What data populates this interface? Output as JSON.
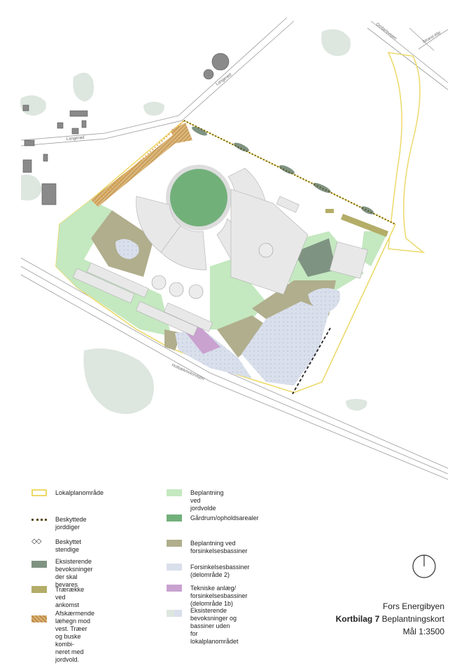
{
  "roads": {
    "langerod_upper": "Langerød",
    "langerod_lower": "Langerød",
    "omfartsvej": "Omfartsvejen",
    "strandalle": "Strand Alle",
    "holbaek": "Holbækmotorvejen"
  },
  "legend_left": [
    {
      "key": "lokalplan",
      "label": "Lokalplanområde",
      "swatch": "outline-yellow"
    },
    {
      "key": "jorddiger",
      "label": "Beskyttede jorddiger",
      "swatch": "dots"
    },
    {
      "key": "stendige",
      "label": "Beskyttet stendige",
      "swatch": "diamonds"
    },
    {
      "key": "bevoksninger",
      "label": "Eksisterende bevoksninger\nder skal bevares",
      "color": "#7f9382"
    },
    {
      "key": "traeraekke",
      "label": "Trærække ved ankomst",
      "color": "#b3ad68"
    },
    {
      "key": "laehegn",
      "label": "Afskærmende læhegn mod\nvest. Træer og buske kombi-\nneret med jordvold.",
      "swatch": "hatch"
    }
  ],
  "legend_right": [
    {
      "key": "jordvolde",
      "label": "Beplantning ved jordvolde",
      "color": "#c4e8c0"
    },
    {
      "key": "gaardrum",
      "label": "Gårdrum/opholdsarealer",
      "color": "#72b07a"
    },
    {
      "key": "forsinkelse_plant",
      "label": "Beplantning ved forsinkelsesbassiner",
      "color": "#b0ae8c"
    },
    {
      "key": "bassiner",
      "label": "Forsinkelsesbassiner (delområde 2)",
      "color": "#d9dfeb"
    },
    {
      "key": "tekniske",
      "label": "Tekniske anlæg/ forsinkelsesbassiner\n(delområde 1b)",
      "color": "#c9a2d0"
    },
    {
      "key": "eksisterende",
      "label": "Eksisterende bevoksninger og bassiner uden\nfor lokalplanområdet",
      "swatch": "split"
    }
  ],
  "colors": {
    "yellow": "#f2e49a",
    "green_light": "#c4e8c0",
    "green_dark": "#72b07a",
    "olive": "#b0ae8c",
    "blue": "#d9dfeb",
    "purple": "#c9a2d0",
    "existing": "#dde6df"
  },
  "title": {
    "line1": "Fors Energibyen",
    "bold": "Kortbilag 7",
    "rest": " Beplantningskort",
    "scale": "Mål 1:3500"
  },
  "icons": {
    "north": "north-arrow-icon"
  }
}
